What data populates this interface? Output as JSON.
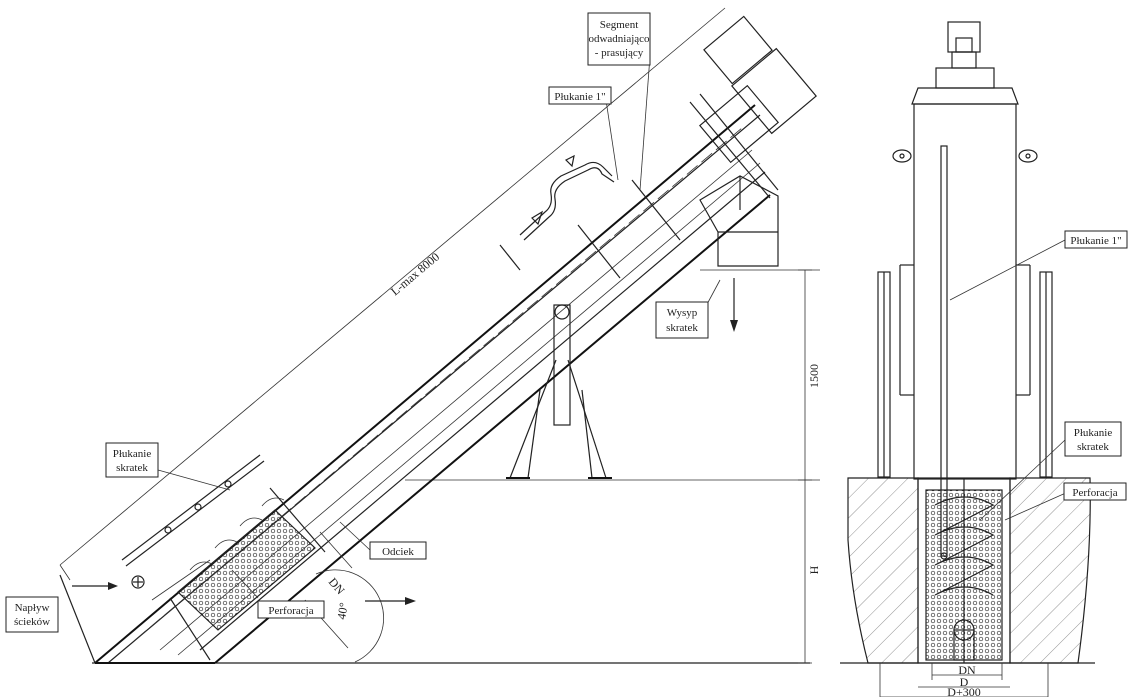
{
  "labels": {
    "segment": [
      "Segment",
      "odwadniająco",
      "- prasujący"
    ],
    "plukanie_1": "Płukanie 1\"",
    "l_max": "L-max 8000",
    "wysyp": [
      "Wysyp",
      "skratek"
    ],
    "dim_1500": "1500",
    "plukanie_skratek": [
      "Płukanie",
      "skratek"
    ],
    "odciek": "Odciek",
    "dim_h": "H",
    "doplyw": [
      "Napływ",
      "ścieków"
    ],
    "perforacja": "Perforacja",
    "dn": "DN",
    "angle": "40°",
    "right_plukanie_1": "Płukanie 1\"",
    "right_plukanie_skratek": [
      "Płukanie",
      "skratek"
    ],
    "right_perforacja": "Perforacja",
    "right_dn": "DN",
    "right_d": "D",
    "right_d300": "D+300"
  }
}
